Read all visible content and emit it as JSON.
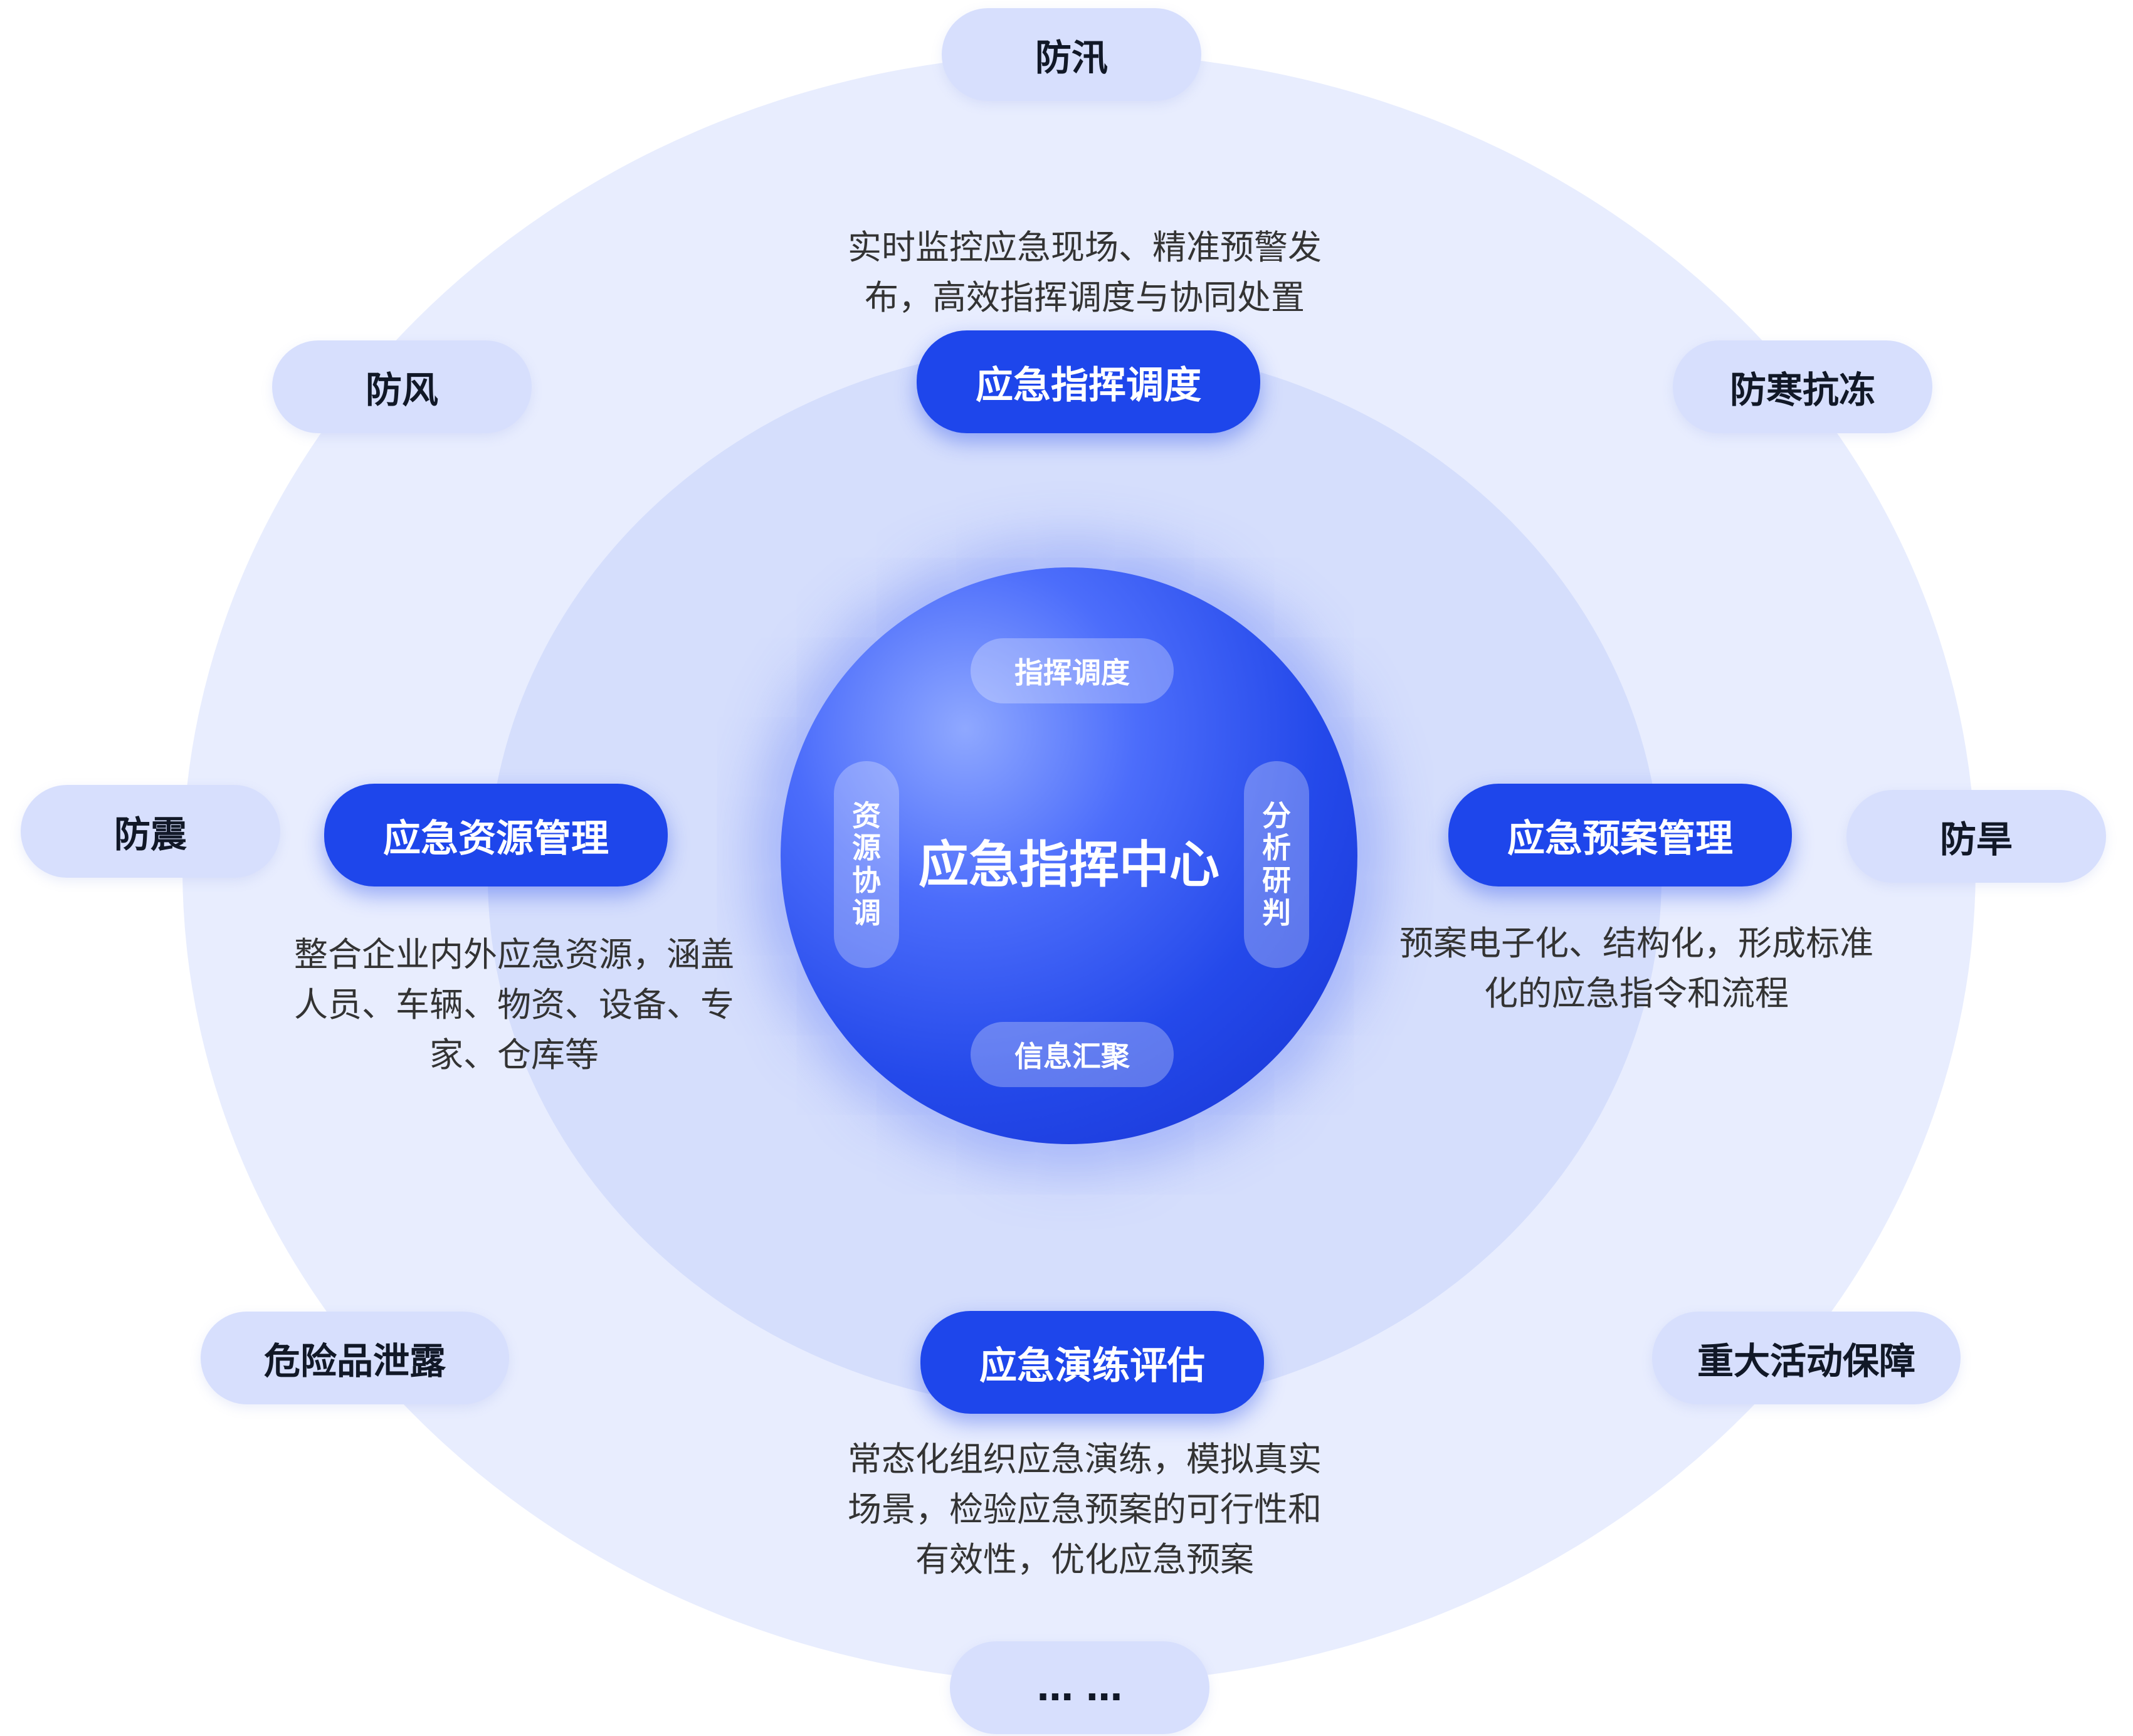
{
  "core": {
    "title": "应急指挥中心",
    "top": "指挥调度",
    "bottom": "信息汇聚",
    "left": [
      "资",
      "源",
      "协",
      "调"
    ],
    "right": [
      "分",
      "析",
      "研",
      "判"
    ]
  },
  "modules": {
    "top": {
      "label": "应急指挥调度",
      "desc": [
        "实时监控应急现场、精准预警发",
        "布，高效指挥调度与协同处置"
      ]
    },
    "left": {
      "label": "应急资源管理",
      "desc": [
        "整合企业内外应急资源，涵盖",
        "人员、车辆、物资、设备、专",
        "家、仓库等"
      ]
    },
    "right": {
      "label": "应急预案管理",
      "desc": [
        "预案电子化、结构化，形成标准",
        "化的应急指令和流程"
      ]
    },
    "bottom": {
      "label": "应急演练评估",
      "desc": [
        "常态化组织应急演练，模拟真实",
        "场景，检验应急预案的可行性和",
        "有效性，优化应急预案"
      ]
    }
  },
  "scenarios": {
    "top": "防汛",
    "top_left": "防风",
    "top_right": "防寒抗冻",
    "left": "防震",
    "right": "防旱",
    "bottom_left": "危险品泄露",
    "bottom_right": "重大活动保障",
    "bottom": "… …"
  },
  "colors": {
    "outer_ring": "#e8edfe",
    "middle_ring": "#d5defc",
    "tag_background": "#d7dffd",
    "module_blue": "#1e46eb",
    "core_blue": "#2449ea"
  }
}
